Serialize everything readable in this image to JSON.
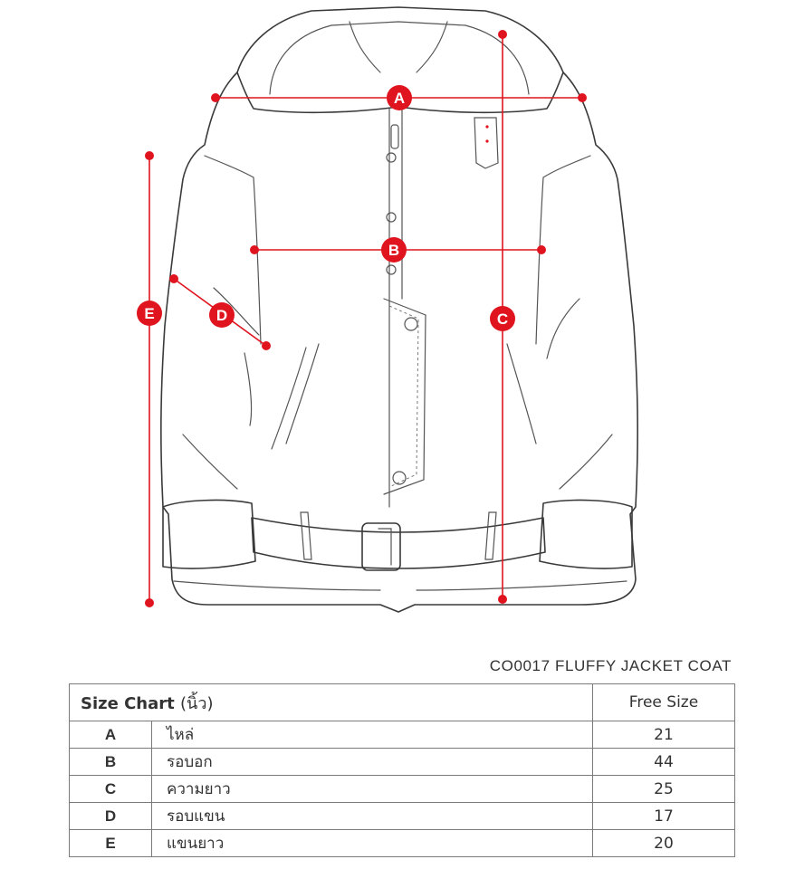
{
  "product_title": "CO0017 FLUFFY JACKET COAT",
  "measurement_labels": [
    "A",
    "B",
    "C",
    "D",
    "E"
  ],
  "size_chart": {
    "title": "Size Chart",
    "unit": "(นิ้ว)",
    "size_header": "Free Size",
    "rows": [
      {
        "code": "A",
        "name": "ไหล่",
        "value": "21"
      },
      {
        "code": "B",
        "name": "รอบอก",
        "value": "44"
      },
      {
        "code": "C",
        "name": "ความยาว",
        "value": "25"
      },
      {
        "code": "D",
        "name": "รอบแขน",
        "value": "17"
      },
      {
        "code": "E",
        "name": "แขนยาว",
        "value": "20"
      }
    ]
  },
  "colors": {
    "accent": "#e0141e",
    "outline": "#3a3a3a",
    "table_border": "#7a7a7a"
  }
}
